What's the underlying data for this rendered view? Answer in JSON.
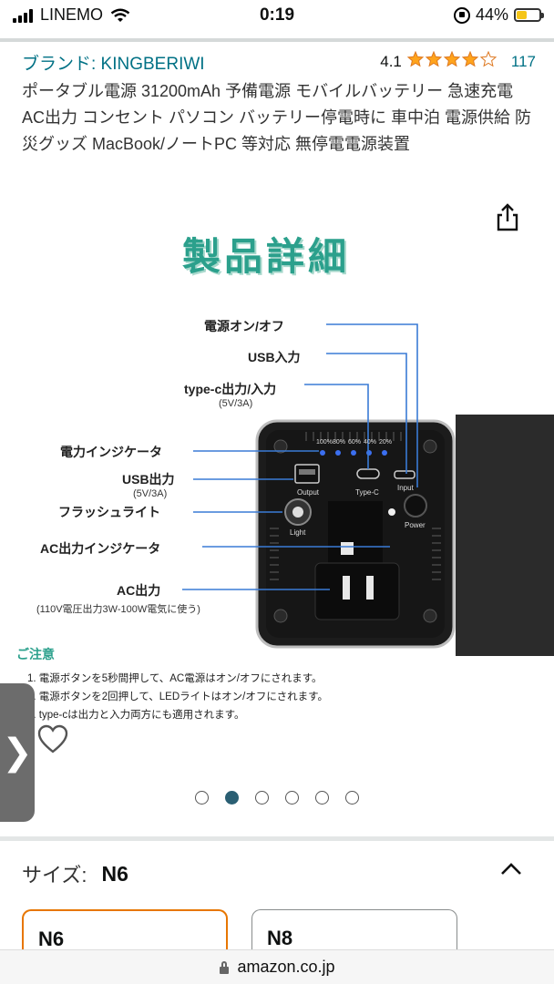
{
  "status_bar": {
    "carrier": "LINEMO",
    "time": "0:19",
    "battery": "44%",
    "battery_level": 0.44
  },
  "product": {
    "brand": "ブランド: KINGBERIWI",
    "rating": "4.1",
    "rating_value": 4.1,
    "review_count": "117",
    "title": "ポータブル電源 31200mAh 予備電源 モバイルバッテリー 急速充電 AC出力 コンセント パソコン バッテリー停電時に 車中泊 電源供給 防災グッズ MacBook/ノートPC 等対応 無停電電源装置"
  },
  "image": {
    "heading": "製品詳細",
    "callouts": {
      "power_onoff": "電源オン/オフ",
      "usb_in": "USB入力",
      "typec": "type-c出力/入力",
      "typec_sub": "(5V/3A)",
      "indicator": "電力インジケータ",
      "usb_out": "USB出力",
      "usb_out_sub": "(5V/3A)",
      "flashlight": "フラッシュライト",
      "ac_indicator": "AC出力インジケータ",
      "ac_out": "AC出力",
      "ac_out_sub": "(110V電圧出力3W-100W電気に使う)"
    },
    "device_labels": {
      "led_levels": [
        "100%",
        "80%",
        "60%",
        "40%",
        "20%"
      ],
      "output": "Output",
      "typec": "Type-C",
      "input": "Input",
      "power": "Power",
      "light": "Light"
    },
    "notes_title": "ご注意",
    "notes": [
      "1. 電源ボタンを5秒間押して、AC電源はオン/オフにされます。",
      "2. 電源ボタンを2回押して、LEDライトはオン/オフにされます。",
      "3. type-cは出力と入力両方にも適用されます。"
    ]
  },
  "carousel": {
    "prev_glyph": "❯",
    "dot_count": 6,
    "active_index": 1
  },
  "size": {
    "label": "サイズ:",
    "value": "N6",
    "options": [
      "N6",
      "N8"
    ]
  },
  "browser": {
    "url": "amazon.co.jp"
  },
  "colors": {
    "link": "#007185",
    "star": "#ffa41c",
    "accent": "#2ba08c",
    "selected_border": "#e77600"
  }
}
